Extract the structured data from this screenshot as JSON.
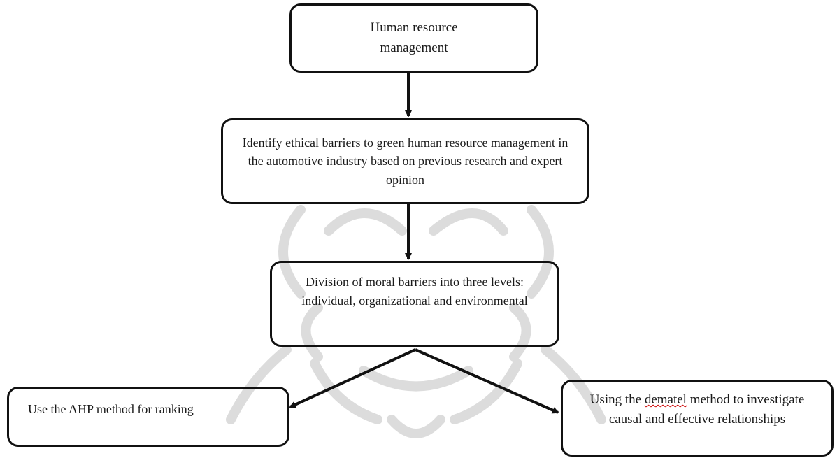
{
  "diagram": {
    "nodes": {
      "hrm": {
        "text": "Human resource management"
      },
      "identify": {
        "text": "Identify ethical barriers to green human resource management in the automotive industry based on previous research and expert opinion"
      },
      "division": {
        "text": "Division of moral barriers into three levels: individual, organizational and environmental"
      },
      "ahp": {
        "text": "Use the AHP method for ranking"
      },
      "dematel": {
        "text_before": "Using the ",
        "text_flagged": "dematel",
        "text_after": " method to investigate causal and effective relationships"
      }
    },
    "edges": [
      {
        "from": "hrm",
        "to": "identify"
      },
      {
        "from": "identify",
        "to": "division"
      },
      {
        "from": "division",
        "to": "ahp"
      },
      {
        "from": "division",
        "to": "dematel"
      }
    ],
    "colors": {
      "stroke": "#111111",
      "watermark": "#d9d9d9",
      "spellcheck_underline": "#cc0000"
    }
  }
}
